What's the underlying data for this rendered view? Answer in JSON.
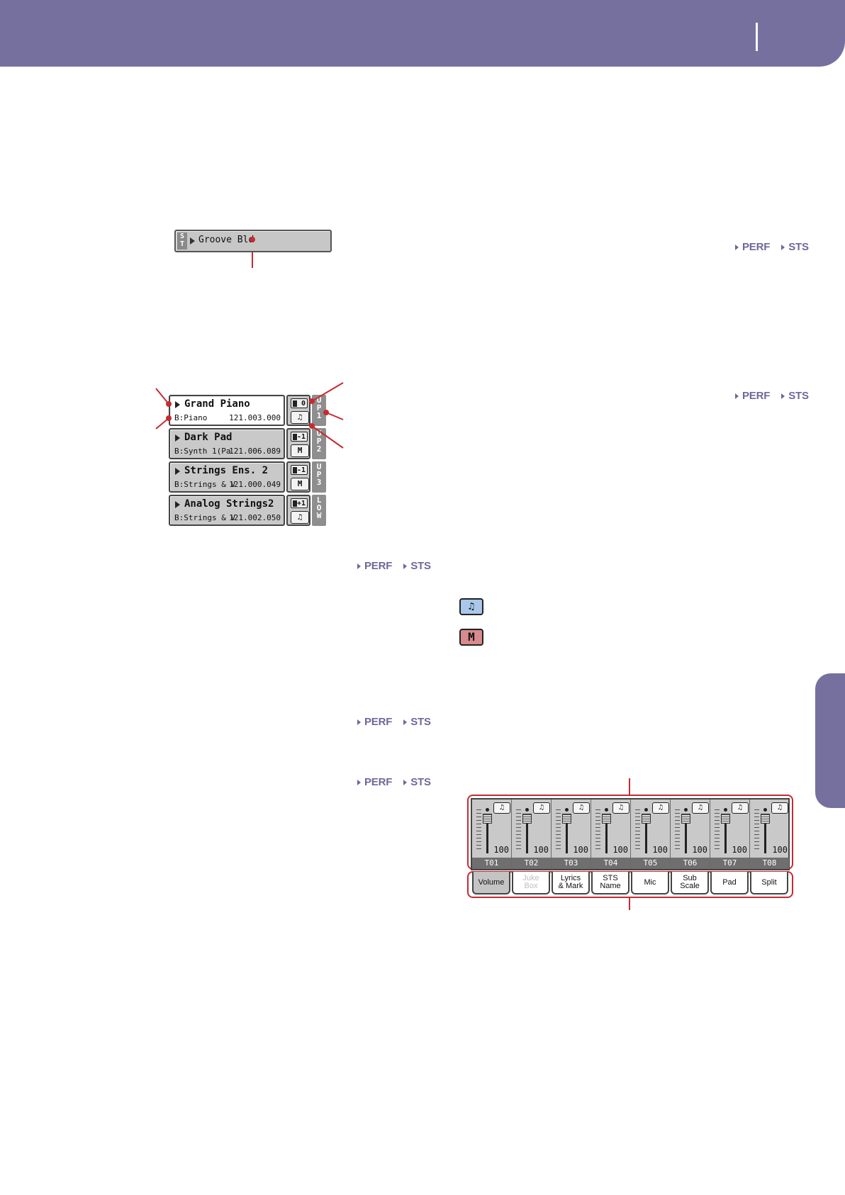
{
  "tags": [
    {
      "a": "PERF",
      "b": "STS"
    },
    {
      "a": "PERF",
      "b": "STS"
    },
    {
      "a": "PERF",
      "b": "STS"
    },
    {
      "a": "PERF",
      "b": "STS"
    },
    {
      "a": "PERF",
      "b": "STS"
    }
  ],
  "style_box": {
    "st_label": "S\nT",
    "name": "Groove Bld"
  },
  "keyboard_tracks": [
    {
      "name": "Grand Piano",
      "bank": "B:Piano",
      "pc": "121.003.000",
      "octave": "0",
      "mode": "♫",
      "label": "UP1",
      "selected": true
    },
    {
      "name": "Dark Pad",
      "bank": "B:Synth 1(Pa",
      "pc": "121.006.089",
      "octave": "-1",
      "mode": "M",
      "label": "UP2",
      "selected": false
    },
    {
      "name": "Strings Ens. 2",
      "bank": "B:Strings & V",
      "pc": "121.000.049",
      "octave": "-1",
      "mode": "M",
      "label": "UP3",
      "selected": false
    },
    {
      "name": "Analog Strings2",
      "bank": "B:Strings & V",
      "pc": "121.002.050",
      "octave": "+1",
      "mode": "♫",
      "label": "LOW",
      "selected": false
    }
  ],
  "legend_icons": [
    {
      "glyph": "♫",
      "color": "#a9c7ea"
    },
    {
      "glyph": "M",
      "color": "#d98a8c"
    }
  ],
  "mixer": {
    "channels": [
      {
        "name": "T01",
        "value": "100",
        "icon": "♫"
      },
      {
        "name": "T02",
        "value": "100",
        "icon": "♫"
      },
      {
        "name": "T03",
        "value": "100",
        "icon": "♫"
      },
      {
        "name": "T04",
        "value": "100",
        "icon": "♫"
      },
      {
        "name": "T05",
        "value": "100",
        "icon": "♫"
      },
      {
        "name": "T06",
        "value": "100",
        "icon": "♫"
      },
      {
        "name": "T07",
        "value": "100",
        "icon": "♫"
      },
      {
        "name": "T08",
        "value": "100",
        "icon": "♫"
      }
    ],
    "tabs": [
      {
        "label": "Volume",
        "selected": true,
        "disabled": false
      },
      {
        "label": "Juke\nBox",
        "selected": false,
        "disabled": true
      },
      {
        "label": "Lyrics\n& Mark",
        "selected": false,
        "disabled": false
      },
      {
        "label": "STS\nName",
        "selected": false,
        "disabled": false
      },
      {
        "label": "Mic",
        "selected": false,
        "disabled": false
      },
      {
        "label": "Sub\nScale",
        "selected": false,
        "disabled": false
      },
      {
        "label": "Pad",
        "selected": false,
        "disabled": false
      },
      {
        "label": "Split",
        "selected": false,
        "disabled": false
      }
    ]
  },
  "colors": {
    "header": "#76709f",
    "callout": "#c72a31",
    "tag": "#6e689a"
  }
}
